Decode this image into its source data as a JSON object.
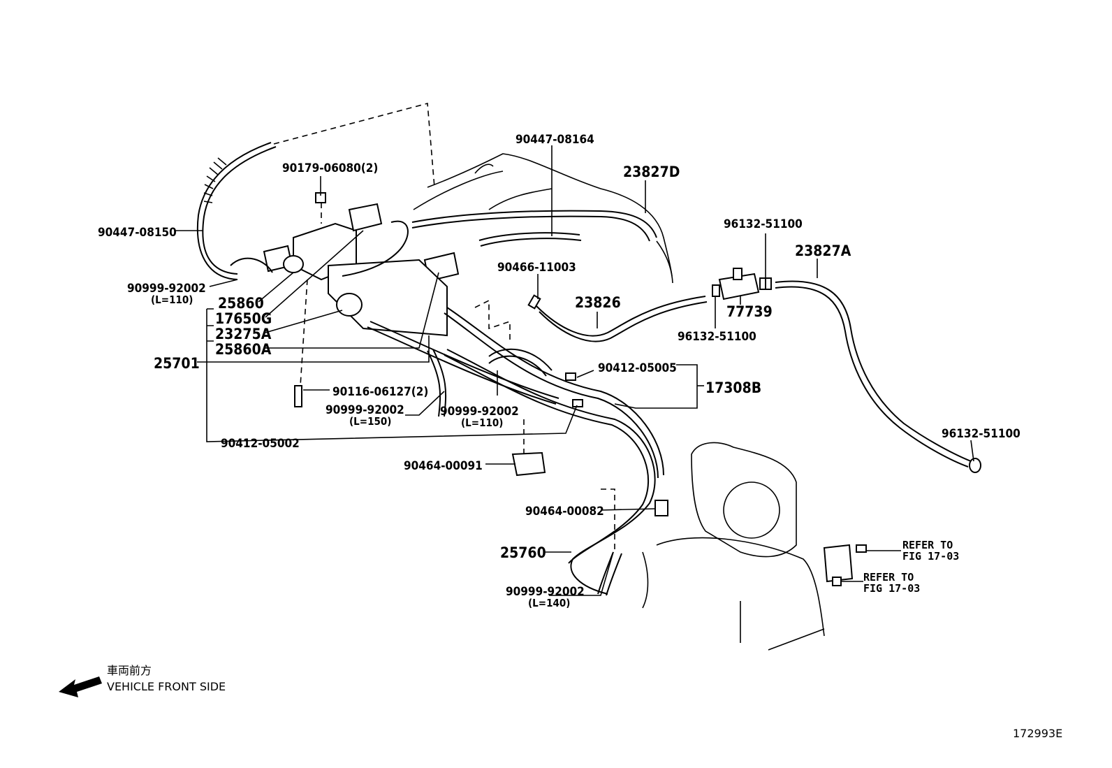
{
  "labels": {
    "p90447_08150": "90447-08150",
    "p90179_06080": "90179-06080(2)",
    "p90447_08164": "90447-08164",
    "p23827D": "23827D",
    "p96132_51100_a": "96132-51100",
    "p23827A": "23827A",
    "p90466_11003": "90466-11003",
    "p23826": "23826",
    "p77739": "77739",
    "p96132_51100_b": "96132-51100",
    "p90999_92002_a": "90999-92002",
    "p90999_92002_a_len": "(L=110)",
    "p25860": "25860",
    "p17650G": "17650G",
    "p23275A": "23275A",
    "p25860A": "25860A",
    "p25701": "25701",
    "p90412_05005": "90412-05005",
    "p17308B": "17308B",
    "p90116_06127": "90116-06127(2)",
    "p90999_92002_b": "90999-92002",
    "p90999_92002_b_len": "(L=150)",
    "p90999_92002_c": "90999-92002",
    "p90999_92002_c_len": "(L=110)",
    "p90412_05002": "90412-05002",
    "p96132_51100_c": "96132-51100",
    "p90464_00091": "90464-00091",
    "p90464_00082": "90464-00082",
    "p25760": "25760",
    "p90999_92002_d": "90999-92002",
    "p90999_92002_d_len": "(L=140)",
    "refer1_a": "REFER TO",
    "refer1_b": "FIG 17-03",
    "refer2_a": "REFER TO",
    "refer2_b": "FIG 17-03"
  },
  "front": {
    "jp": "車両前方",
    "en": "VEHICLE FRONT SIDE"
  },
  "figure_id": "172993E"
}
